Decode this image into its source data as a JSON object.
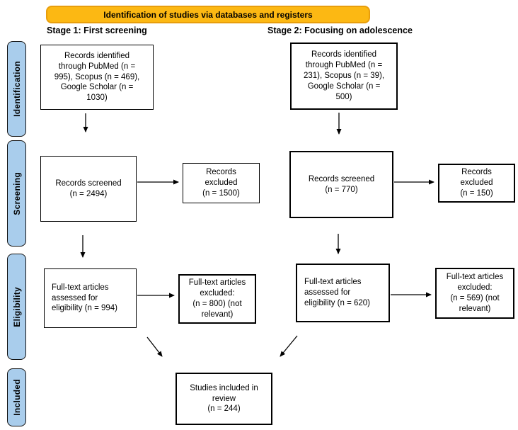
{
  "banner": {
    "label": "Identification of studies via databases and registers"
  },
  "headings": {
    "stage1": "Stage 1: First screening",
    "stage2": "Stage 2: Focusing on adolescence"
  },
  "sidebar": {
    "items": [
      {
        "label": "Identification"
      },
      {
        "label": "Screening"
      },
      {
        "label": "Eligibility"
      },
      {
        "label": "Included"
      }
    ]
  },
  "stage1": {
    "identified": "Records identified\nthrough PubMed (n =\n995), Scopus (n = 469),\nGoogle Scholar (n =\n1030)",
    "screened": "Records screened\n(n = 2494)",
    "records_excluded": "Records\nexcluded\n(n = 1500)",
    "fulltext_assessed": "Full-text articles\nassessed for\neligibility (n = 994)",
    "fulltext_excluded": "Full-text articles\nexcluded:\n(n = 800) (not\nrelevant)"
  },
  "stage2": {
    "identified": "Records identified\nthrough PubMed (n =\n231), Scopus (n = 39),\nGoogle Scholar (n =\n500)",
    "screened": "Records screened\n(n = 770)",
    "records_excluded": "Records\nexcluded\n(n = 150)",
    "fulltext_assessed": "Full-text articles\nassessed for\neligibility (n = 620)",
    "fulltext_excluded": "Full-text articles\nexcluded:\n(n = 569) (not\nrelevant)"
  },
  "included": {
    "label": "Studies included in\nreview\n(n = 244)"
  },
  "colors": {
    "banner_bg": "#FCB813",
    "banner_border": "#E89E0C",
    "sidebar_bg": "#A9CDEC",
    "sidebar_border": "#111111",
    "box_border": "#000000"
  }
}
